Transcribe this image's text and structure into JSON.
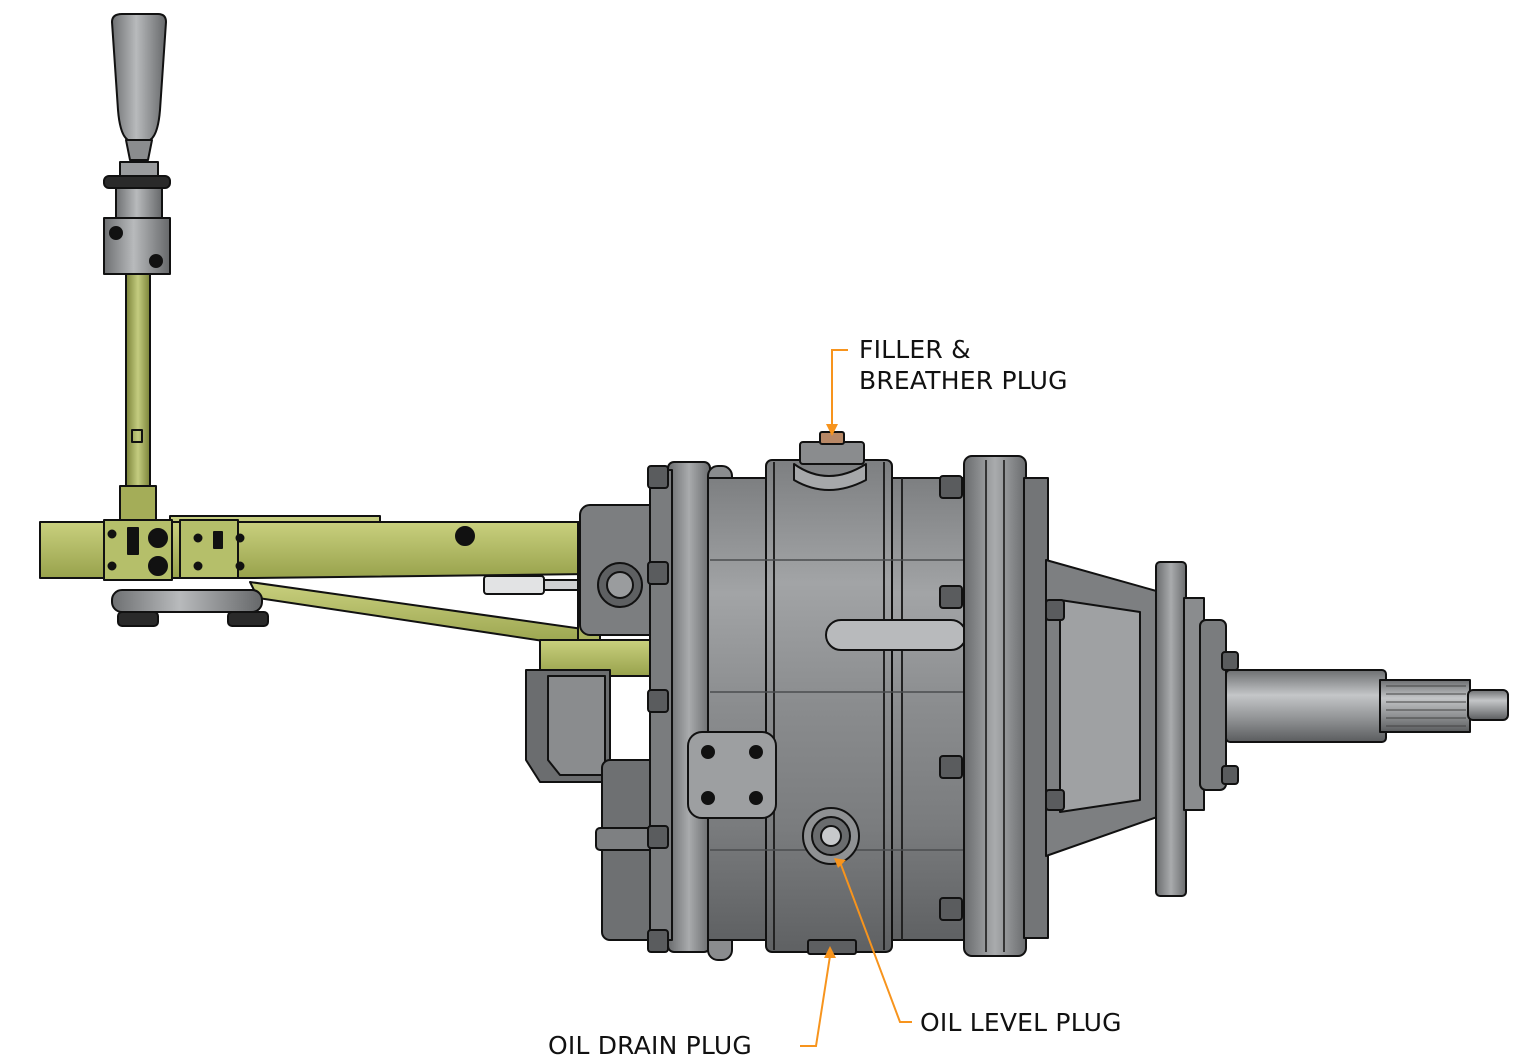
{
  "callouts": {
    "filler": {
      "line1": "FILLER &",
      "line2": "BREATHER PLUG"
    },
    "oil_level": {
      "label": "OIL LEVEL PLUG"
    },
    "oil_drain": {
      "label": "OIL DRAIN PLUG"
    }
  },
  "colors": {
    "leader": "#f7941d",
    "housing": "#8e9092",
    "housing_dark": "#5c5e60",
    "bracket": "#b5bf6a",
    "bracket_dark": "#8a9440",
    "outline": "#111111"
  }
}
